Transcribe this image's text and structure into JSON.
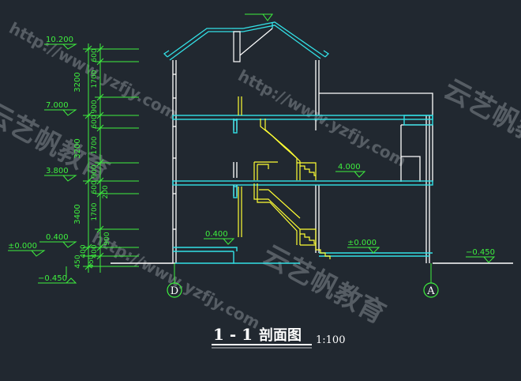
{
  "drawing": {
    "title_number": "1 - 1",
    "title_name": "剖面图",
    "scale": "1:100",
    "axis_left": "D",
    "axis_right": "A"
  },
  "levels_left": {
    "l10200": "10.200",
    "l7000": "7.000",
    "l3800": "3.800",
    "l0400": "0.400",
    "l0000": "±0.000",
    "lm0450": "−0.450"
  },
  "levels_inner": {
    "floor3": "4.000",
    "floor1": "0.400",
    "ground": "±0.000",
    "outside": "−0.450"
  },
  "dims_outer": {
    "d3200a": "3200",
    "d3200b": "3200",
    "d3400": "3400",
    "d450a": "450",
    "d450b": "450"
  },
  "dims_inner": {
    "d600a": "600",
    "d1700a": "1700",
    "d900a": "900",
    "d600b": "600",
    "d1700b": "1700",
    "d900b": "900",
    "d600c": "600",
    "d200": "200",
    "d1700c": "1700",
    "d900c": "900",
    "d400a": "400",
    "d400b": "400"
  },
  "watermarks": {
    "url1": "http://www.yzfjy.com",
    "url2": "http://www.yzfjy.com",
    "url3": "http://www.yzfjy.com",
    "brand1": "云艺帆教育",
    "brand2": "云艺帆教育",
    "brand3": "云艺帆教育"
  },
  "colors": {
    "background": "#212830",
    "walls": "#ffffff",
    "slabs": "#33e0e6",
    "stairs": "#ffff33",
    "annotation": "#3ef03e"
  }
}
